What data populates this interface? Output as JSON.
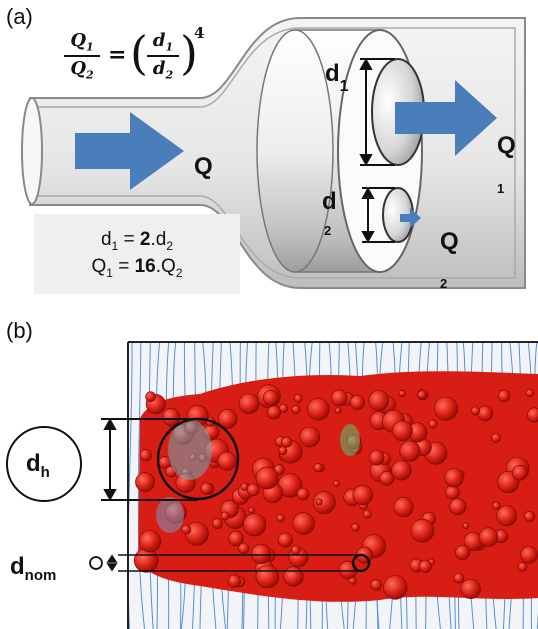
{
  "panel_a": {
    "label": "(a)",
    "formula": {
      "lhs_num_var": "Q",
      "lhs_num_sub": "1",
      "lhs_den_var": "Q",
      "lhs_den_sub": "2",
      "equals": "=",
      "rhs_num_var": "d",
      "rhs_num_sub": "1",
      "rhs_den_var": "d",
      "rhs_den_sub": "2",
      "exponent": "4"
    },
    "relations": {
      "line1": {
        "var": "d",
        "sub": "1",
        "eq": " = ",
        "coef": "2",
        "rest": ".d",
        "rest_sub": "2"
      },
      "line2": {
        "var": "Q",
        "sub": "1",
        "eq": " = ",
        "coef": "16",
        "rest": ".Q",
        "rest_sub": "2"
      }
    },
    "labels": {
      "q_inlet": "Q",
      "d1_main": "d",
      "d1_sub": "1",
      "d2_main": "d",
      "d2_sub": "2",
      "q1_main": "Q",
      "q1_sub": "1",
      "q2_main": "Q",
      "q2_sub": "2"
    },
    "colors": {
      "arrow": "#4a7ebb",
      "pipe_stroke": "#8a8a8a"
    }
  },
  "panel_b": {
    "label": "(b)",
    "dh_main": "d",
    "dh_sub": "h",
    "dnom_main": "d",
    "dnom_sub": "nom",
    "colors": {
      "foam": "#e8251d",
      "streamline": "#3a7fd0"
    }
  }
}
